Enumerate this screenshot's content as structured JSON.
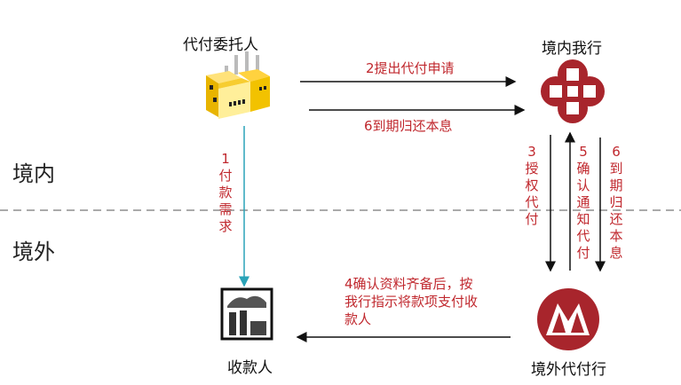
{
  "nodes": {
    "principal": "代付委托人",
    "domestic_bank": "境内我行",
    "overseas_bank": "境外代付行",
    "payee": "收款人"
  },
  "regions": {
    "domestic": "境内",
    "overseas": "境外"
  },
  "steps": {
    "s1": "1付款需求",
    "s2": "2提出代付申请",
    "s3": "3授权代付",
    "s4_lines": [
      "4确认资料齐备后，按",
      "我行指示将款项支付收",
      "款人"
    ],
    "s5": "5确认通知代付",
    "s6a": "6到期归还本息",
    "s6b": "6到期归还本息"
  },
  "colors": {
    "label": "#c0282e",
    "bank": "#a8252c",
    "teal_arrow": "#2aa3b8",
    "factory": "#f2c200"
  }
}
